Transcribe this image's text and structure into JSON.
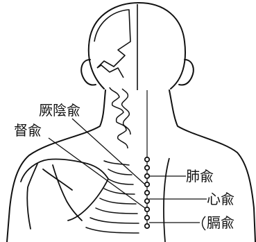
{
  "labels": {
    "jueyinshu": "厥陰兪",
    "dushu": "督兪",
    "feishu": "肺兪",
    "xinshu": "心兪",
    "geshu": "膈兪"
  },
  "colors": {
    "ink": "#111111",
    "background": "#ffffff"
  }
}
